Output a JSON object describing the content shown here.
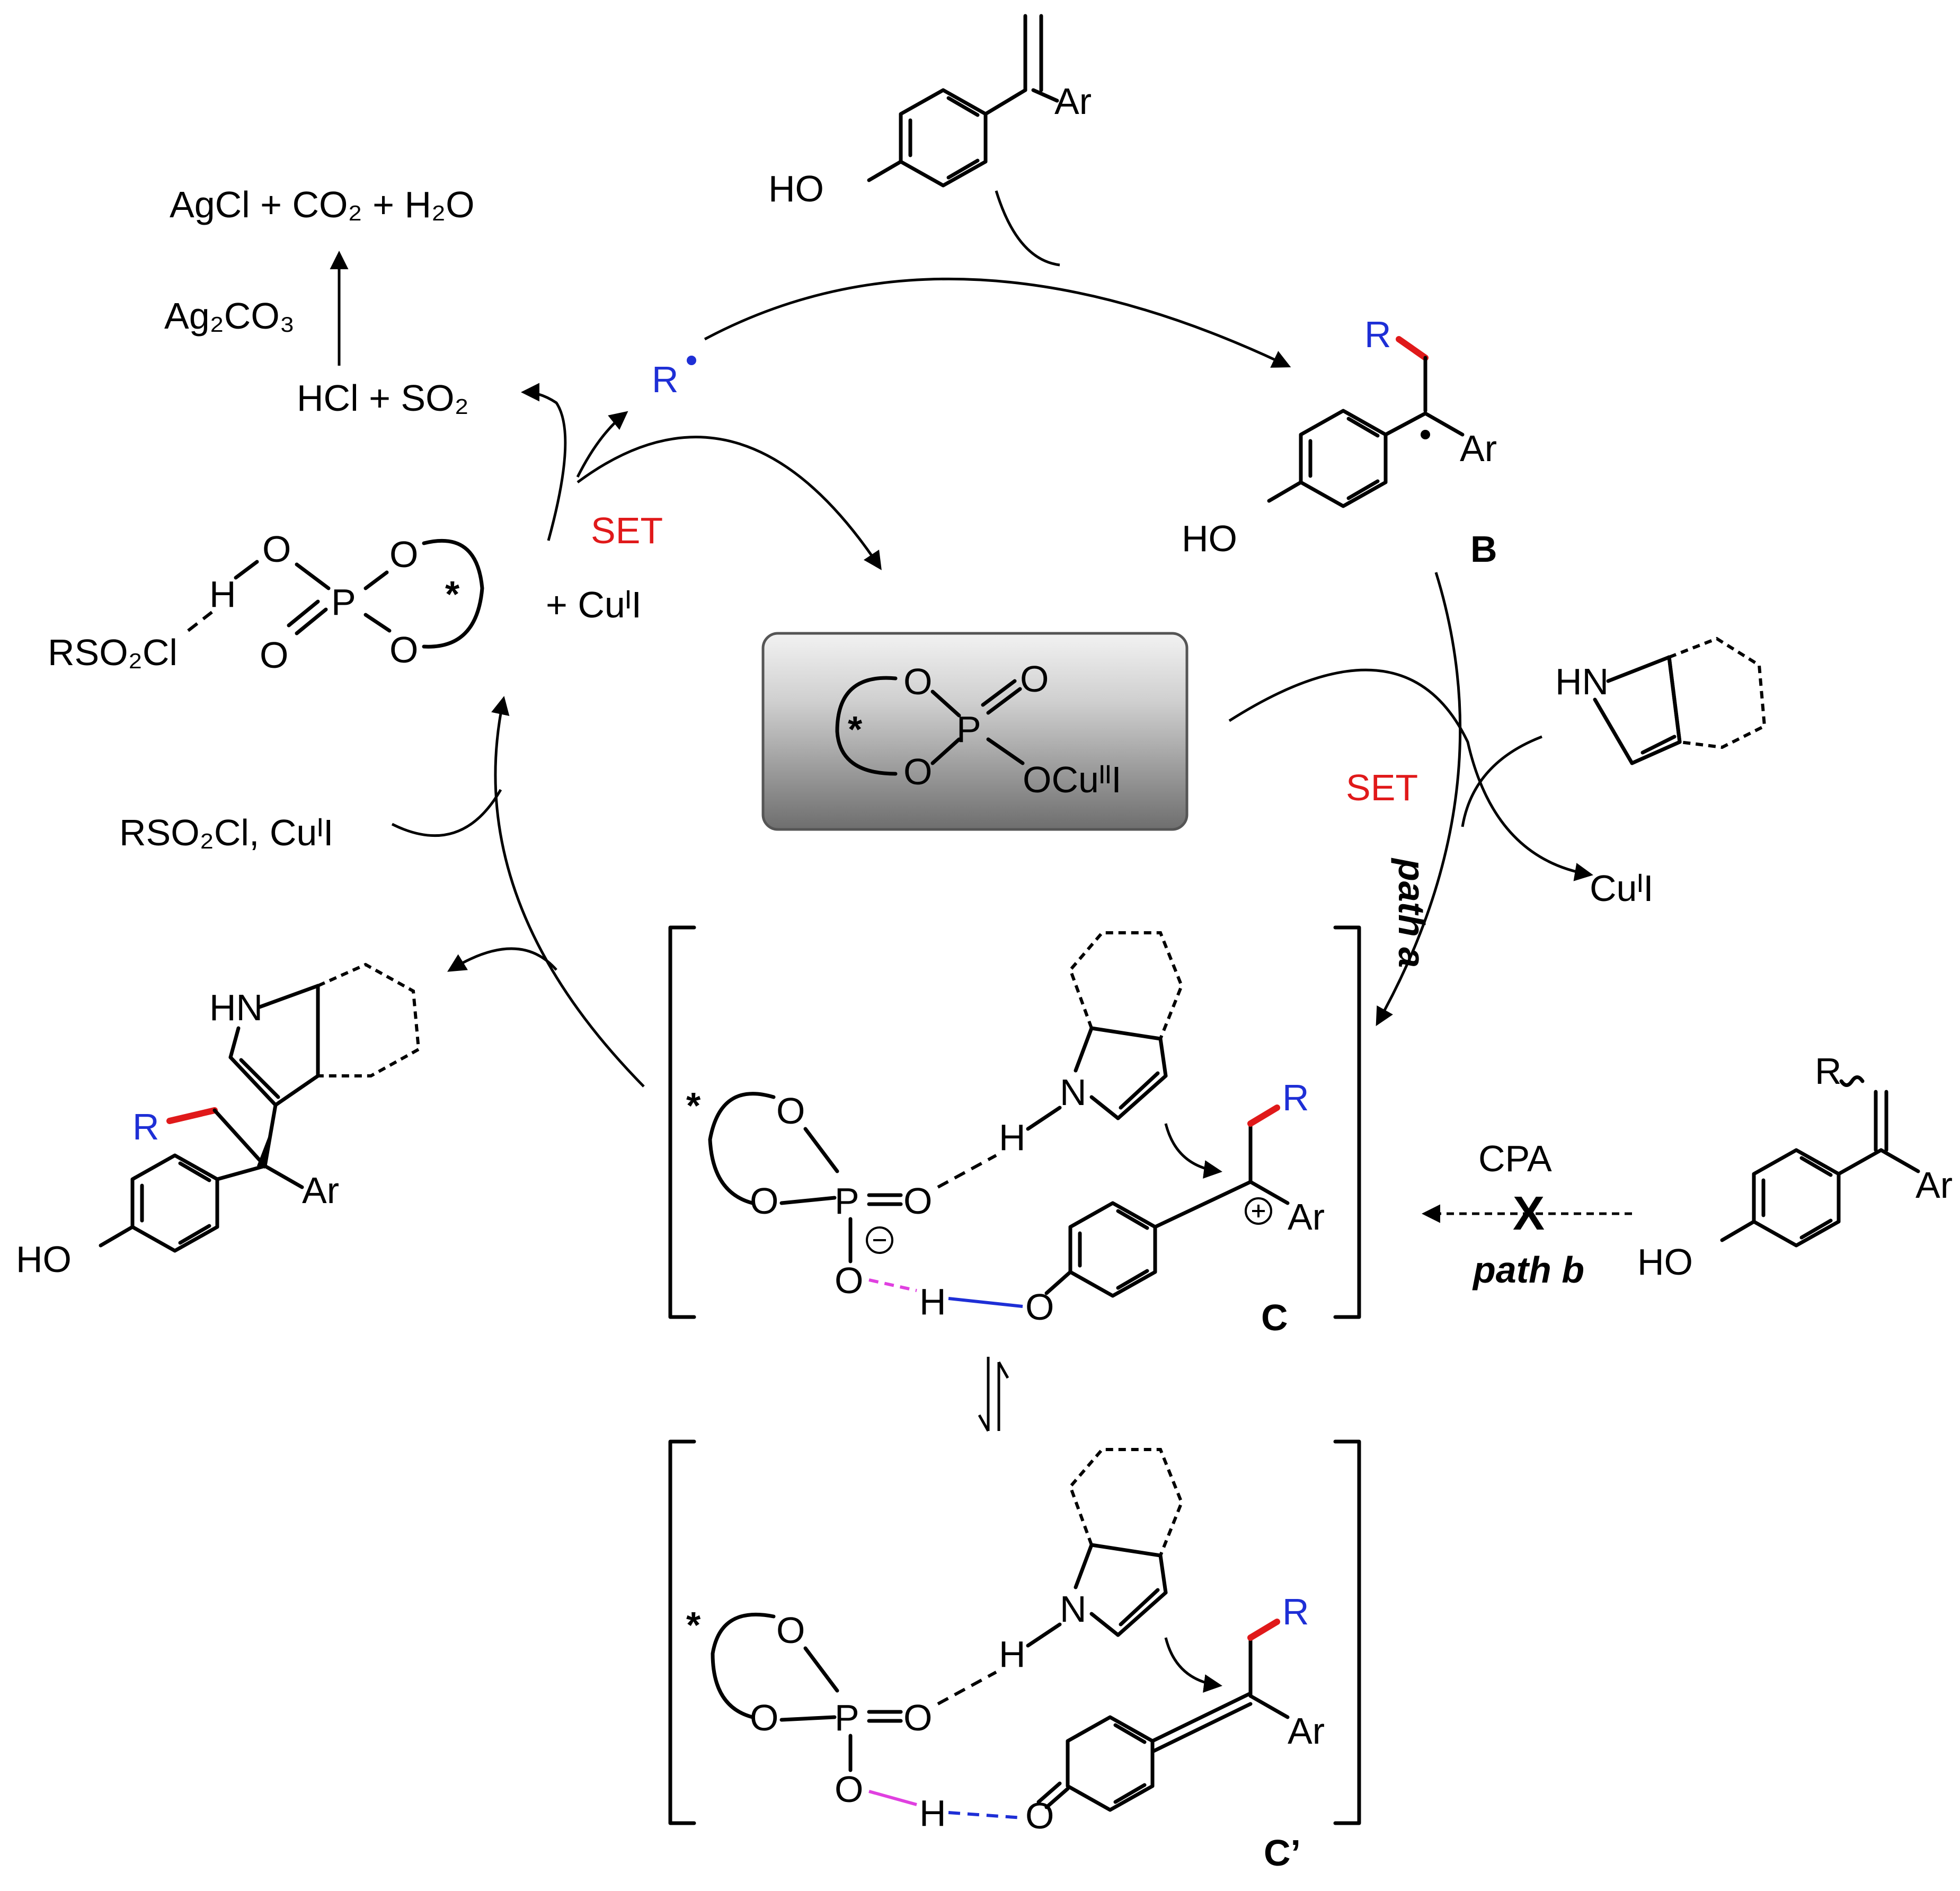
{
  "reagents": {
    "byproduct_top": "AgCl + CO₂ + H₂O",
    "ag2co3": "Ag₂CO₃",
    "hcl_so2": "HCl + SO₂",
    "radical": "R",
    "set_top": "SET",
    "cui_plus": "+ CuᴵI",
    "rso2cl_complex": "RSO₂Cl",
    "rso2cl_cui": "RSO₂Cl, CuᴵI",
    "set_right": "SET",
    "cui_right": "CuᴵI",
    "path_a": "path a",
    "path_b": "path b",
    "cpa": "CPA",
    "cross": "X"
  },
  "atoms": {
    "ho": "HO",
    "ar": "Ar",
    "r": "R",
    "o": "O",
    "p": "P",
    "h": "H",
    "hn": "HN",
    "n": "N",
    "star": "*",
    "ocu": "OCuᴵᴵI"
  },
  "labels": {
    "B": "B",
    "C": "C",
    "C_prime": "C’"
  },
  "colors": {
    "set": "#e0191a",
    "r_group": "#1e2fd6",
    "new_bond": "#e0191a",
    "h_bond_pink": "#e040e0",
    "h_bond_blue": "#1e2fd6",
    "catalyst_box": "#8a8a8a"
  }
}
